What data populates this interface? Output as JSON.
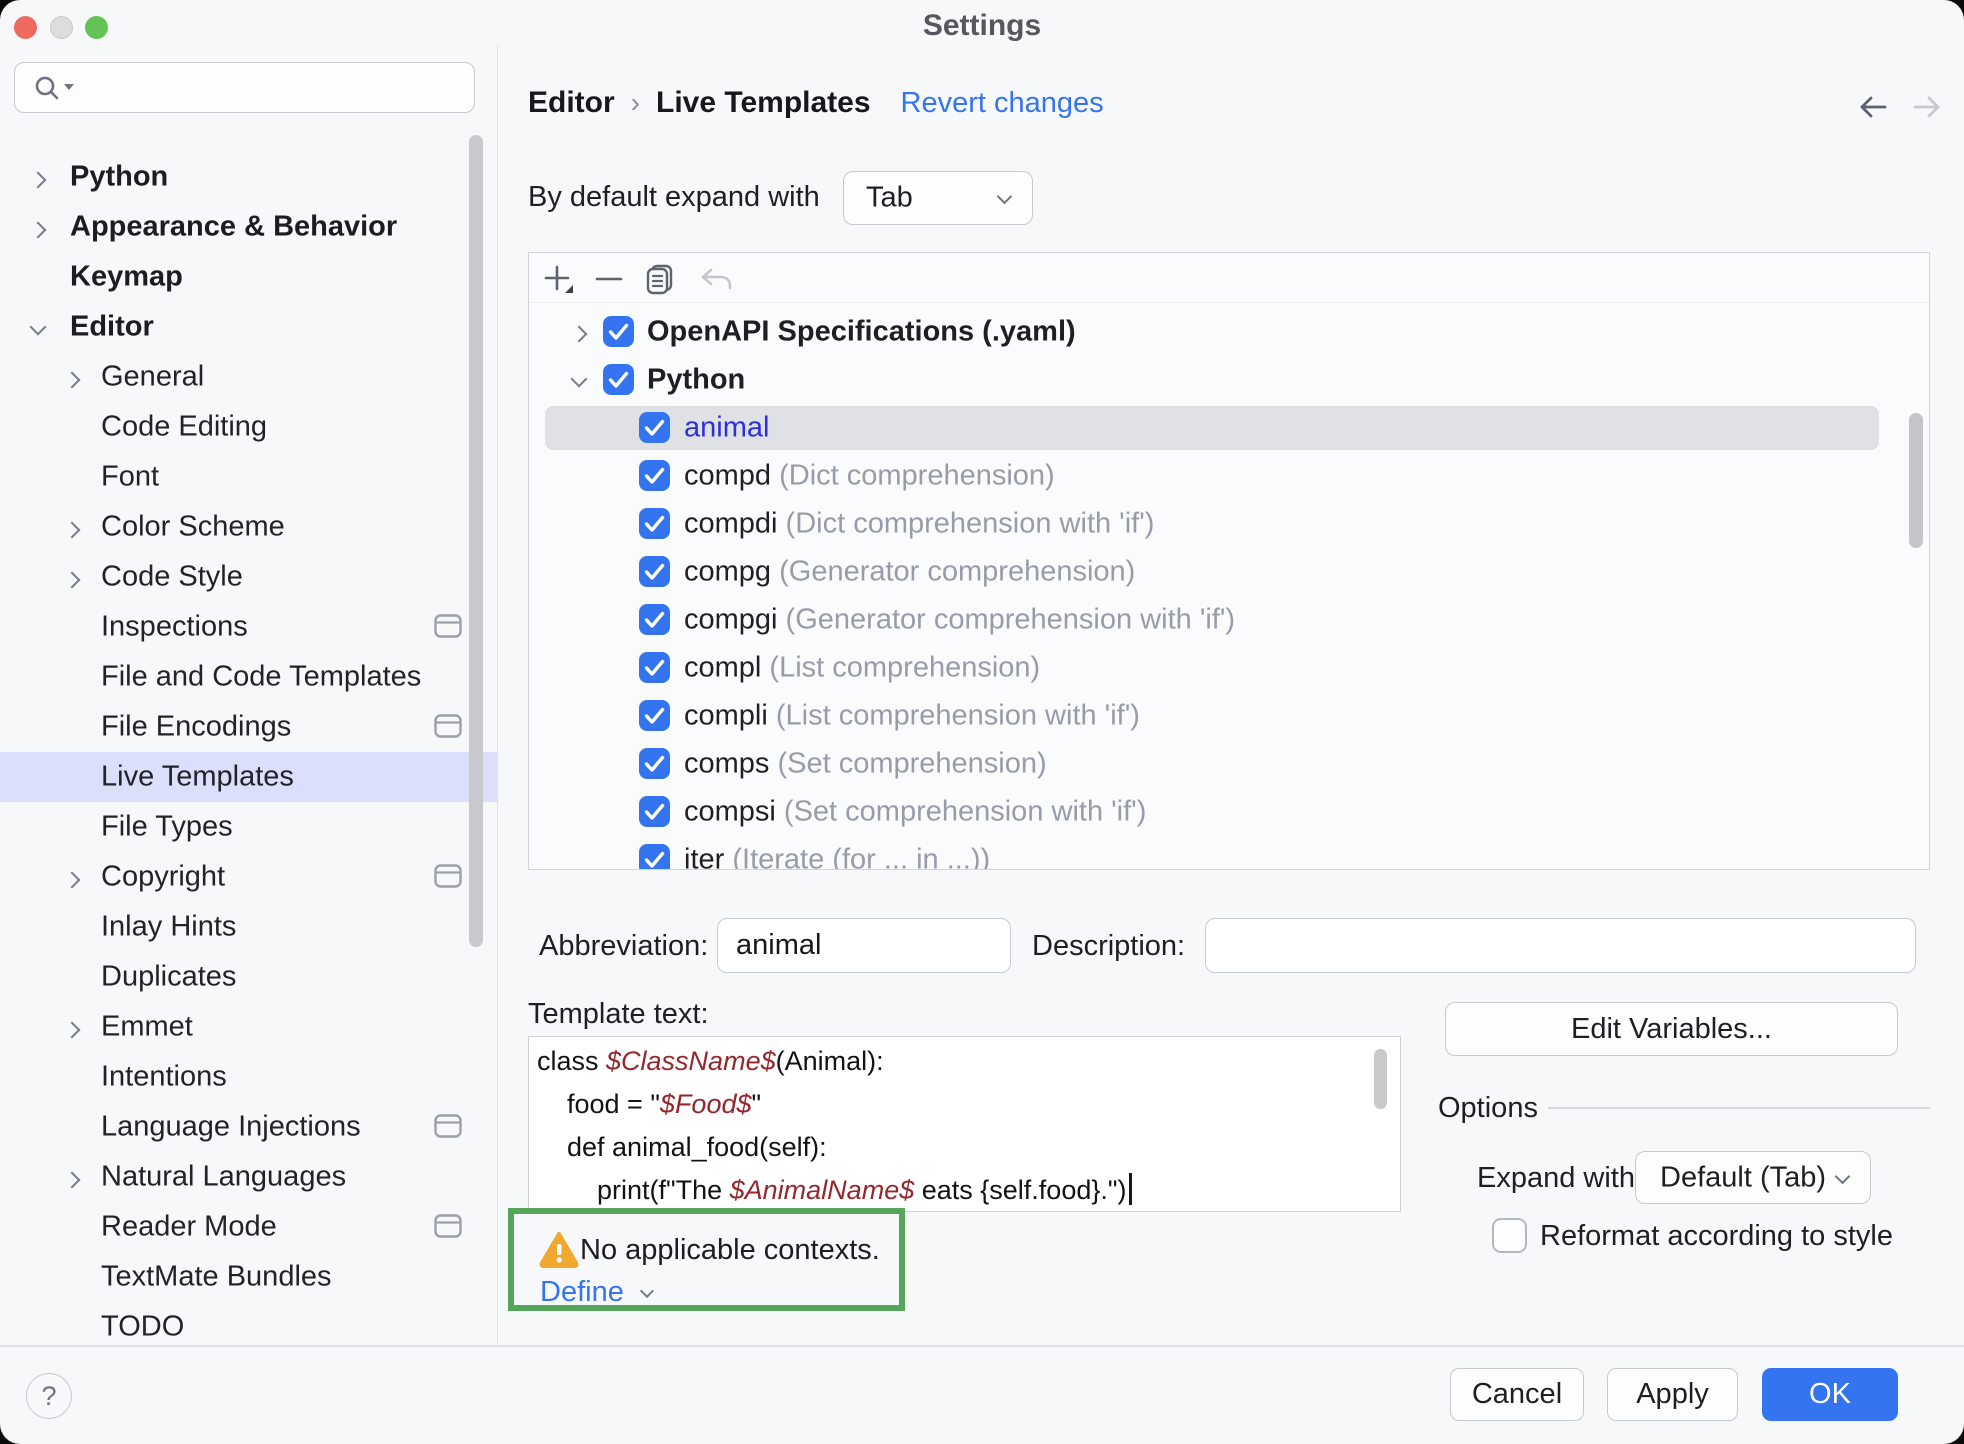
{
  "window": {
    "title": "Settings"
  },
  "colors": {
    "accent": "#3574F0",
    "selected_row": "#DFE1E5",
    "sidebar_selection": "#DBDFFC",
    "context_box_border": "#55A65A",
    "warning": "#F2A72E",
    "template_variable": "#95272C",
    "modified_item": "#2B2FE0"
  },
  "titlebar": {
    "close_icon": "close-traffic-light",
    "minimize_icon": "minimize-traffic-light",
    "zoom_icon": "zoom-traffic-light"
  },
  "sidebar": {
    "search": {
      "value": "",
      "placeholder": "",
      "icon": "search-icon"
    },
    "items": [
      {
        "label": "Python",
        "level": 1,
        "chevron": "right"
      },
      {
        "label": "Appearance & Behavior",
        "level": 1,
        "chevron": "right"
      },
      {
        "label": "Keymap",
        "level": 1,
        "chevron": "none"
      },
      {
        "label": "Editor",
        "level": 1,
        "chevron": "down"
      },
      {
        "label": "General",
        "level": 2,
        "chevron": "right"
      },
      {
        "label": "Code Editing",
        "level": 2,
        "chevron": "none"
      },
      {
        "label": "Font",
        "level": 2,
        "chevron": "none"
      },
      {
        "label": "Color Scheme",
        "level": 2,
        "chevron": "right"
      },
      {
        "label": "Code Style",
        "level": 2,
        "chevron": "right"
      },
      {
        "label": "Inspections",
        "level": 2,
        "chevron": "none",
        "trailing_icon": "settings-card-icon"
      },
      {
        "label": "File and Code Templates",
        "level": 2,
        "chevron": "none"
      },
      {
        "label": "File Encodings",
        "level": 2,
        "chevron": "none",
        "trailing_icon": "settings-card-icon"
      },
      {
        "label": "Live Templates",
        "level": 2,
        "chevron": "none",
        "selected": true
      },
      {
        "label": "File Types",
        "level": 2,
        "chevron": "none"
      },
      {
        "label": "Copyright",
        "level": 2,
        "chevron": "right",
        "trailing_icon": "settings-card-icon"
      },
      {
        "label": "Inlay Hints",
        "level": 2,
        "chevron": "none"
      },
      {
        "label": "Duplicates",
        "level": 2,
        "chevron": "none"
      },
      {
        "label": "Emmet",
        "level": 2,
        "chevron": "right"
      },
      {
        "label": "Intentions",
        "level": 2,
        "chevron": "none"
      },
      {
        "label": "Language Injections",
        "level": 2,
        "chevron": "none",
        "trailing_icon": "settings-card-icon"
      },
      {
        "label": "Natural Languages",
        "level": 2,
        "chevron": "right"
      },
      {
        "label": "Reader Mode",
        "level": 2,
        "chevron": "none",
        "trailing_icon": "settings-card-icon"
      },
      {
        "label": "TextMate Bundles",
        "level": 2,
        "chevron": "none"
      },
      {
        "label": "TODO",
        "level": 2,
        "chevron": "none"
      }
    ],
    "help_label": "?"
  },
  "header": {
    "breadcrumb": [
      "Editor",
      "Live Templates"
    ],
    "separator": "›",
    "revert_label": "Revert changes",
    "back_icon": "arrow-back-icon",
    "forward_icon": "arrow-forward-icon"
  },
  "expand_default": {
    "label": "By default expand with",
    "value": "Tab"
  },
  "toolbar_icons": [
    "plus-icon",
    "minus-icon",
    "duplicate-icon",
    "undo-icon"
  ],
  "template_tree": {
    "rows": [
      {
        "type": "group",
        "name": "OpenAPI Specifications (.yaml)",
        "chevron": "right",
        "checked": true
      },
      {
        "type": "group",
        "name": "Python",
        "chevron": "down",
        "checked": true
      },
      {
        "type": "child",
        "name": "animal",
        "desc": "",
        "checked": true,
        "selected": true
      },
      {
        "type": "child",
        "name": "compd",
        "desc": "(Dict comprehension)",
        "checked": true
      },
      {
        "type": "child",
        "name": "compdi",
        "desc": "(Dict comprehension with 'if')",
        "checked": true
      },
      {
        "type": "child",
        "name": "compg",
        "desc": "(Generator comprehension)",
        "checked": true
      },
      {
        "type": "child",
        "name": "compgi",
        "desc": "(Generator comprehension with 'if')",
        "checked": true
      },
      {
        "type": "child",
        "name": "compl",
        "desc": "(List comprehension)",
        "checked": true
      },
      {
        "type": "child",
        "name": "compli",
        "desc": "(List comprehension with 'if')",
        "checked": true
      },
      {
        "type": "child",
        "name": "comps",
        "desc": "(Set comprehension)",
        "checked": true
      },
      {
        "type": "child",
        "name": "compsi",
        "desc": "(Set comprehension with 'if')",
        "checked": true
      },
      {
        "type": "child",
        "name": "iter",
        "desc": "(Iterate (for ... in ...))",
        "checked": true
      }
    ]
  },
  "fields": {
    "abbreviation_label": "Abbreviation:",
    "abbreviation_value": "animal",
    "description_label": "Description:",
    "description_value": ""
  },
  "template_text": {
    "label": "Template text:",
    "lines": [
      [
        {
          "t": "class ",
          "s": "p"
        },
        {
          "t": "$ClassName$",
          "s": "v"
        },
        {
          "t": "(Animal):",
          "s": "p"
        }
      ],
      [
        {
          "t": "    food = \"",
          "s": "p"
        },
        {
          "t": "$Food$",
          "s": "v"
        },
        {
          "t": "\"",
          "s": "p"
        }
      ],
      [
        {
          "t": "    def animal_food(self):",
          "s": "p"
        }
      ],
      [
        {
          "t": "        print(f\"The ",
          "s": "p"
        },
        {
          "t": "$AnimalName$",
          "s": "v"
        },
        {
          "t": " eats {self.food}.\")",
          "s": "p"
        },
        {
          "t": "",
          "s": "cursor"
        }
      ]
    ]
  },
  "context_warning": {
    "icon": "warning-icon",
    "message": "No applicable contexts.",
    "action": "Define"
  },
  "options": {
    "edit_variables_label": "Edit Variables...",
    "section_label": "Options",
    "expand_with_label": "Expand with",
    "expand_with_value": "Default (Tab)",
    "reformat_label": "Reformat according to style",
    "reformat_checked": false
  },
  "footer": {
    "cancel_label": "Cancel",
    "apply_label": "Apply",
    "ok_label": "OK"
  }
}
